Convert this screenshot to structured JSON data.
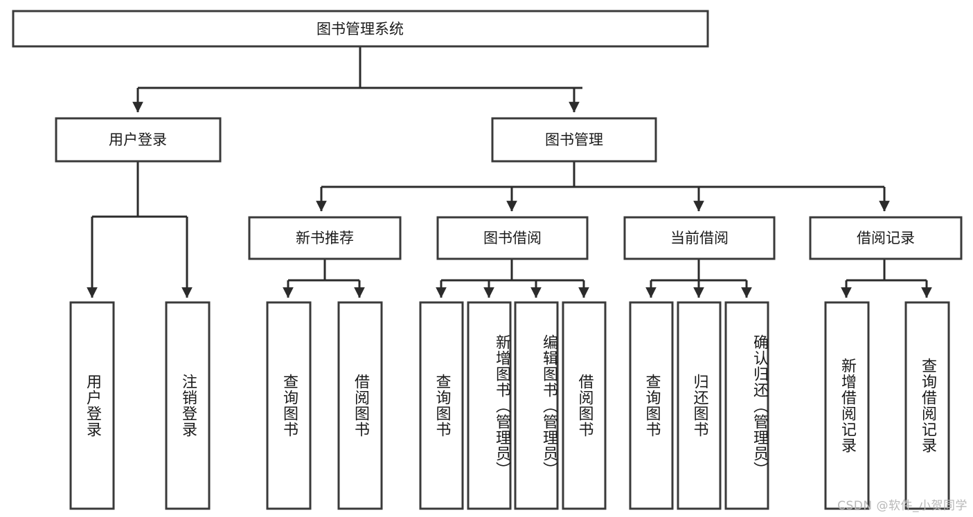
{
  "diagram": {
    "title": "图书管理系统",
    "type": "tree-hierarchy-diagram",
    "colors": {
      "box_stroke": "#3a3a3a",
      "box_fill": "#ffffff",
      "edge": "#2b2b2b",
      "text": "#1a1a1a",
      "watermark": "#b8b8b8",
      "background": "#ffffff"
    },
    "root": {
      "label": "图书管理系统"
    },
    "level2": [
      {
        "label": "用户登录"
      },
      {
        "label": "图书管理"
      }
    ],
    "level3": [
      {
        "label": "新书推荐"
      },
      {
        "label": "图书借阅"
      },
      {
        "label": "当前借阅"
      },
      {
        "label": "借阅记录"
      }
    ],
    "leaves": {
      "user_login": [
        {
          "label": "用户登录"
        },
        {
          "label": "注销登录"
        }
      ],
      "new_book_recommend": [
        {
          "label": "查询图书"
        },
        {
          "label": "借阅图书"
        }
      ],
      "book_borrow": [
        {
          "label": "查询图书"
        },
        {
          "label": "新增图书（管理员）"
        },
        {
          "label": "编辑图书（管理员）"
        },
        {
          "label": "借阅图书"
        }
      ],
      "current_borrow": [
        {
          "label": "查询图书"
        },
        {
          "label": "归还图书"
        },
        {
          "label": "确认归还（管理员）"
        }
      ],
      "borrow_record": [
        {
          "label": "新增借阅记录"
        },
        {
          "label": "查询借阅记录"
        }
      ]
    }
  },
  "watermark": {
    "text": "CSDN @软件_小贺同学"
  }
}
